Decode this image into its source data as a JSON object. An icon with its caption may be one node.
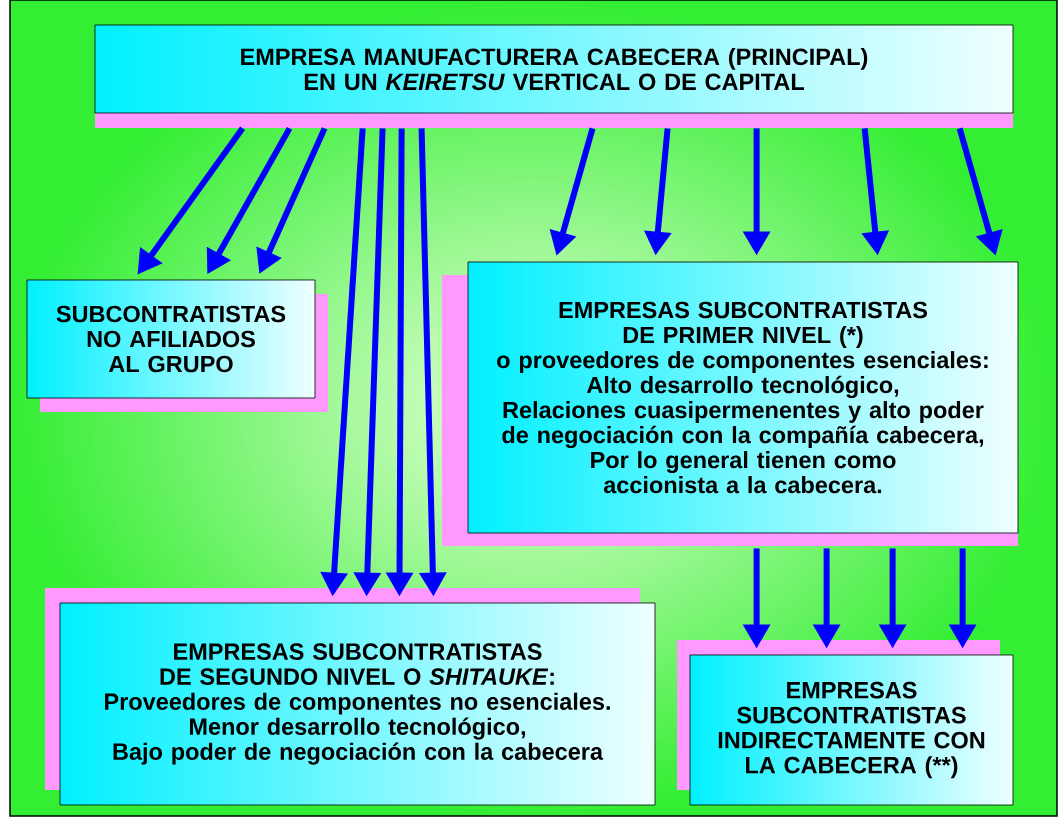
{
  "diagram": {
    "nodes": [
      {
        "text": [
          "EMPRESA MANUFACTURERA CABECERA (PRINCIPAL)",
          "EN UN *KEIRETSU* VERTICAL O DE CAPITAL"
        ]
      },
      {
        "text": [
          "SUBCONTRATISTAS NO AFILIADOS AL GRUPO"
        ]
      },
      {
        "text": [
          "EMPRESAS SUBCONTRATISTAS",
          "DE PRIMER NIVEL (*)",
          "o proveedores de componentes esenciales:",
          "Alto desarrollo tecnológico,",
          "Relaciones cuasipermenentes y alto poder de negociación con la compañía cabecera,",
          "Por lo general tienen como accionista a la cabecera."
        ]
      },
      {
        "text": [
          "EMPRESAS SUBCONTRATISTAS",
          "DE SEGUNDO NIVEL O *SHITAUKE*:",
          "Proveedores de componentes no esenciales.",
          "Menor desarrollo tecnológico,",
          "Bajo poder de negociación con la cabecera"
        ]
      },
      {
        "text": [
          "EMPRESAS SUBCONTRATISTAS INDIRECTAMENTE CON LA CABECERA (**)"
        ]
      }
    ],
    "edges": [
      {
        "from": 0,
        "to": 1,
        "arrow": "to"
      },
      {
        "from": 0,
        "to": 1,
        "arrow": "to"
      },
      {
        "from": 0,
        "to": 1,
        "arrow": "to"
      },
      {
        "from": 0,
        "to": 3,
        "arrow": "to"
      },
      {
        "from": 0,
        "to": 3,
        "arrow": "to"
      },
      {
        "from": 0,
        "to": 3,
        "arrow": "to"
      },
      {
        "from": 0,
        "to": 3,
        "arrow": "to"
      },
      {
        "from": 0,
        "to": 2,
        "arrow": "to"
      },
      {
        "from": 0,
        "to": 2,
        "arrow": "to"
      },
      {
        "from": 0,
        "to": 2,
        "arrow": "to"
      },
      {
        "from": 0,
        "to": 2,
        "arrow": "to"
      },
      {
        "from": 0,
        "to": 2,
        "arrow": "to"
      },
      {
        "from": 2,
        "to": 4,
        "arrow": "to"
      },
      {
        "from": 2,
        "to": 4,
        "arrow": "to"
      },
      {
        "from": 2,
        "to": 4,
        "arrow": "to"
      },
      {
        "from": 2,
        "to": 4,
        "arrow": "to"
      }
    ]
  }
}
